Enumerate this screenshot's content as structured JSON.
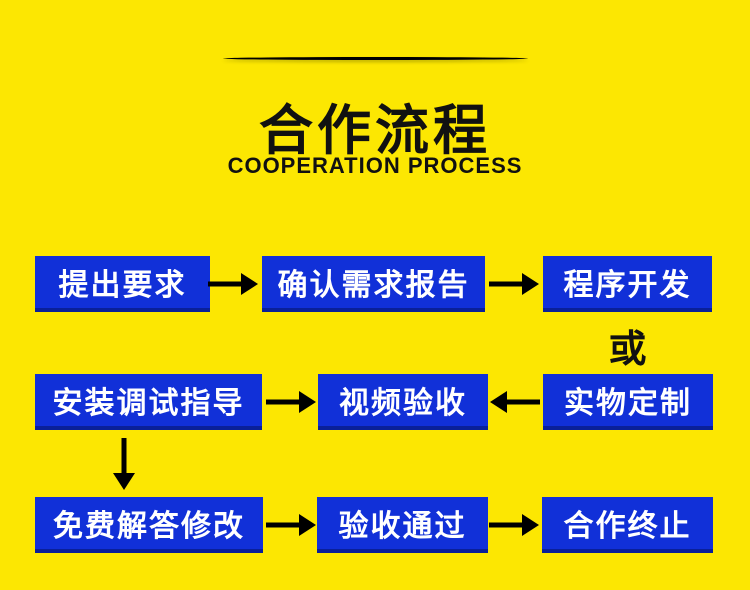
{
  "header": {
    "title": "合作流程",
    "subtitle": "COOPERATION PROCESS"
  },
  "flow": {
    "row1": {
      "steps": [
        "提出要求",
        "确认需求报告",
        "程序开发"
      ]
    },
    "or_label": "或",
    "row2": {
      "steps": [
        "安装调试指导",
        "视频验收",
        "实物定制"
      ]
    },
    "row3": {
      "steps": [
        "免费解答修改",
        "验收通过",
        "合作终止"
      ]
    }
  },
  "colors": {
    "background": "#fce702",
    "box_fill": "#1130d8",
    "box_border": "#0a2099",
    "box_text": "#ffffff",
    "heading_text": "#111111",
    "arrow": "#000000"
  }
}
